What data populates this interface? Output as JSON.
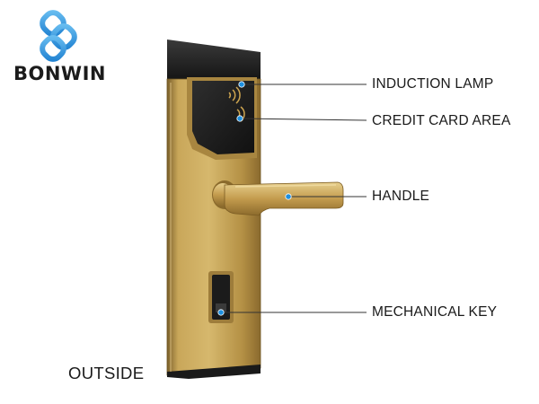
{
  "brand": {
    "name": "BONWIN",
    "logo_icon": "interlocking-chain-logo",
    "logo_color": "#2a8fd8"
  },
  "callouts": [
    {
      "id": "induction-lamp",
      "label": "INDUCTION LAMP"
    },
    {
      "id": "credit-card-area",
      "label": "CREDIT CARD AREA"
    },
    {
      "id": "handle",
      "label": "HANDLE"
    },
    {
      "id": "mechanical-key",
      "label": "MECHANICAL KEY"
    }
  ],
  "side_label": "OUTSIDE",
  "colors": {
    "gold": "#b8954a",
    "dark_cap": "#1f1f1f",
    "callout_dot": "#1e90e0",
    "leader_line": "#333333"
  }
}
